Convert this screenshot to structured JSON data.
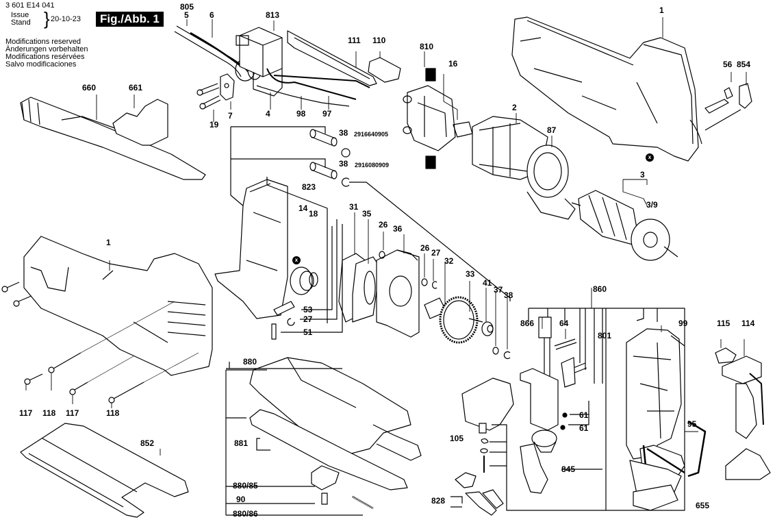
{
  "header": {
    "doc_number": "3 601 E14 041",
    "issue_label": "Issue",
    "stand_label": "Stand",
    "issue_date": "20-10-23",
    "figure_label": "Fig./Abb. 1",
    "modifications": [
      "Modifications reserved",
      "Änderungen vorbehalten",
      "Modifications resérvées",
      "Salvo modificaciones"
    ]
  },
  "markers": {
    "x_marker": "x"
  },
  "labels": {
    "l805": "805",
    "l5": "5",
    "l6": "6",
    "l813": "813",
    "l111": "111",
    "l110": "110",
    "l810": "810",
    "l16": "16",
    "l1_top": "1",
    "l56": "56",
    "l854": "854",
    "l660": "660",
    "l661": "661",
    "l19": "19",
    "l7": "7",
    "l4": "4",
    "l98": "98",
    "l97": "97",
    "l38a": "38",
    "l38b": "38",
    "l2": "2",
    "l87": "87",
    "l3": "3",
    "l3_9": "3/9",
    "l823": "823",
    "l14": "14",
    "l18": "18",
    "l31": "31",
    "l35": "35",
    "l26a": "26",
    "l36": "36",
    "l26b": "26",
    "l27a": "27",
    "l32": "32",
    "l33": "33",
    "l41": "41",
    "l37": "37",
    "l38c": "38",
    "l53": "53",
    "l27b": "27",
    "l51": "51",
    "l1_left": "1",
    "l117a": "117",
    "l118a": "118",
    "l117b": "117",
    "l118b": "118",
    "l852": "852",
    "l880": "880",
    "l881": "881",
    "l880_85": "880/85",
    "l90": "90",
    "l880_86": "880/86",
    "l860": "860",
    "l866": "866",
    "l64": "64",
    "l801": "801",
    "l99": "99",
    "l115": "115",
    "l114": "114",
    "l61a": "61",
    "l61b": "61",
    "l105": "105",
    "l845": "845",
    "l95": "95",
    "l828": "828",
    "l655": "655"
  },
  "part_numbers": {
    "pn38a": "2916640905",
    "pn38b": "2916080909"
  }
}
